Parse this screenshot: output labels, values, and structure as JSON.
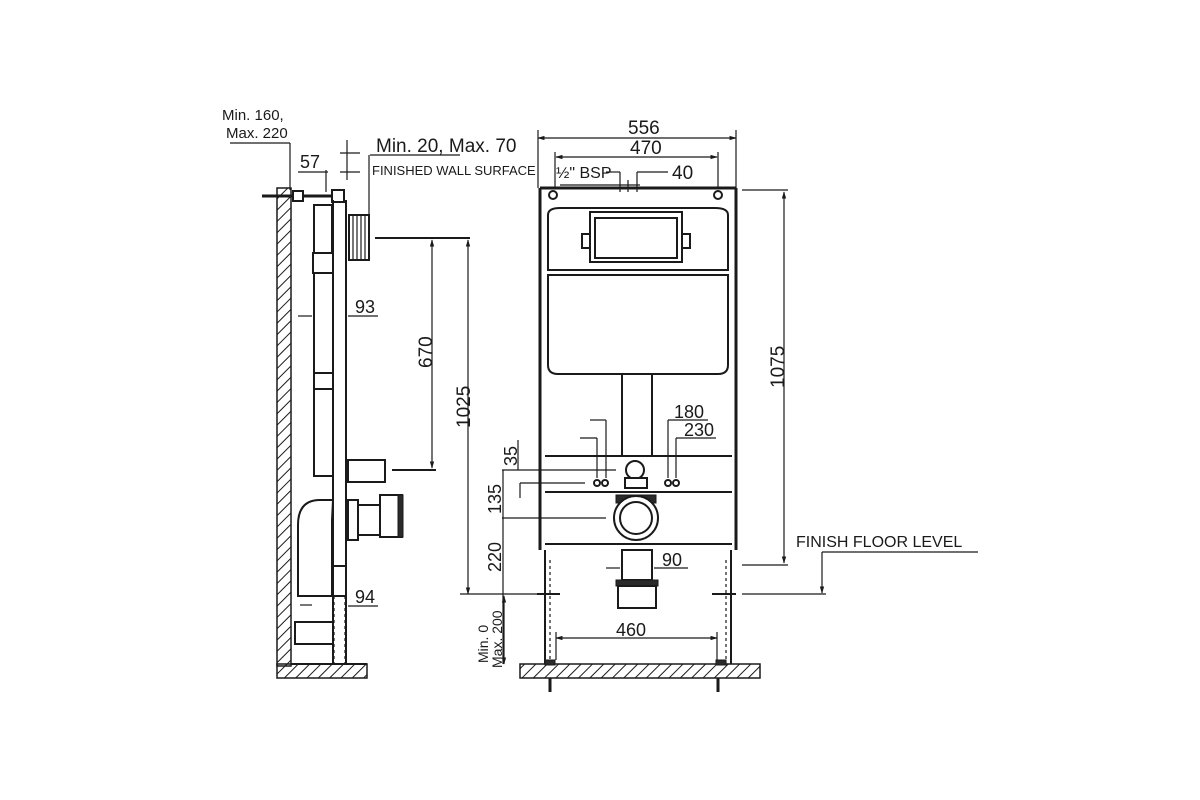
{
  "diagram": {
    "type": "technical-drawing",
    "subject": "Concealed WC cistern frame installation dimensions",
    "colors": {
      "line": "#1a1a1a",
      "background": "#ffffff"
    },
    "side_view": {
      "wall_depth_label_line1": "Min. 160,",
      "wall_depth_label_line2": "Max. 220",
      "offset_57": "57",
      "finished_wall_range": "Min. 20, Max. 70",
      "finished_wall_label": "FINISHED WALL SURFACE",
      "frame_depth_93": "93",
      "height_670": "670",
      "height_1025": "1025",
      "bottom_depth_94": "94",
      "foot_range_line1": "Min. 0",
      "foot_range_line2": "Max. 200"
    },
    "front_view": {
      "outer_width": "556",
      "inner_width": "470",
      "bsp_label": "½\" BSP",
      "bsp_offset": "40",
      "frame_height": "1075",
      "dim_35": "35",
      "dim_135": "135",
      "dim_220": "220",
      "dim_180": "180",
      "dim_230": "230",
      "dim_90": "90",
      "foot_spacing": "460",
      "finish_floor_label": "FINISH FLOOR LEVEL"
    }
  }
}
